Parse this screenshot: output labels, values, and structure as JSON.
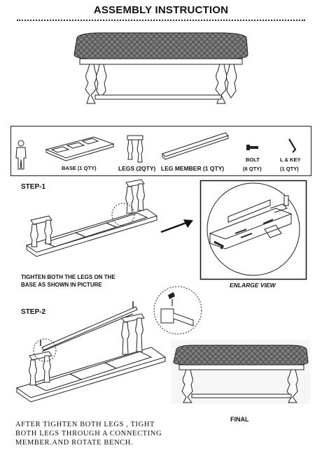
{
  "header": {
    "title": "ASSEMBLY INSTRUCTION"
  },
  "parts": [
    {
      "label": "BASE (1 QTY)"
    },
    {
      "label": "LEGS (2QTY)"
    },
    {
      "label": "LEG MEMBER (1 QTY)"
    },
    {
      "label": "BOLT",
      "qty": "(6 QTY)"
    },
    {
      "label": "L & KEY",
      "qty": "(1 QTY)"
    }
  ],
  "step1": {
    "title": "STEP-1",
    "instruction_line1": "TIGHTEN BOTH THE LEGS ON THE",
    "instruction_line2": "BASE AS SHOWN IN PICTURE",
    "enlarge_label": "ENLARGE VIEW"
  },
  "step2": {
    "title": "STEP-2",
    "note_line1": "AFTER TIGHTEN BOTH LEGS , TIGHT",
    "note_line2": "BOTH LEGS THROUGH A CONNECTING",
    "note_line3": "MEMBER.AND ROTATE BENCH."
  },
  "final": {
    "label": "FINAL"
  }
}
